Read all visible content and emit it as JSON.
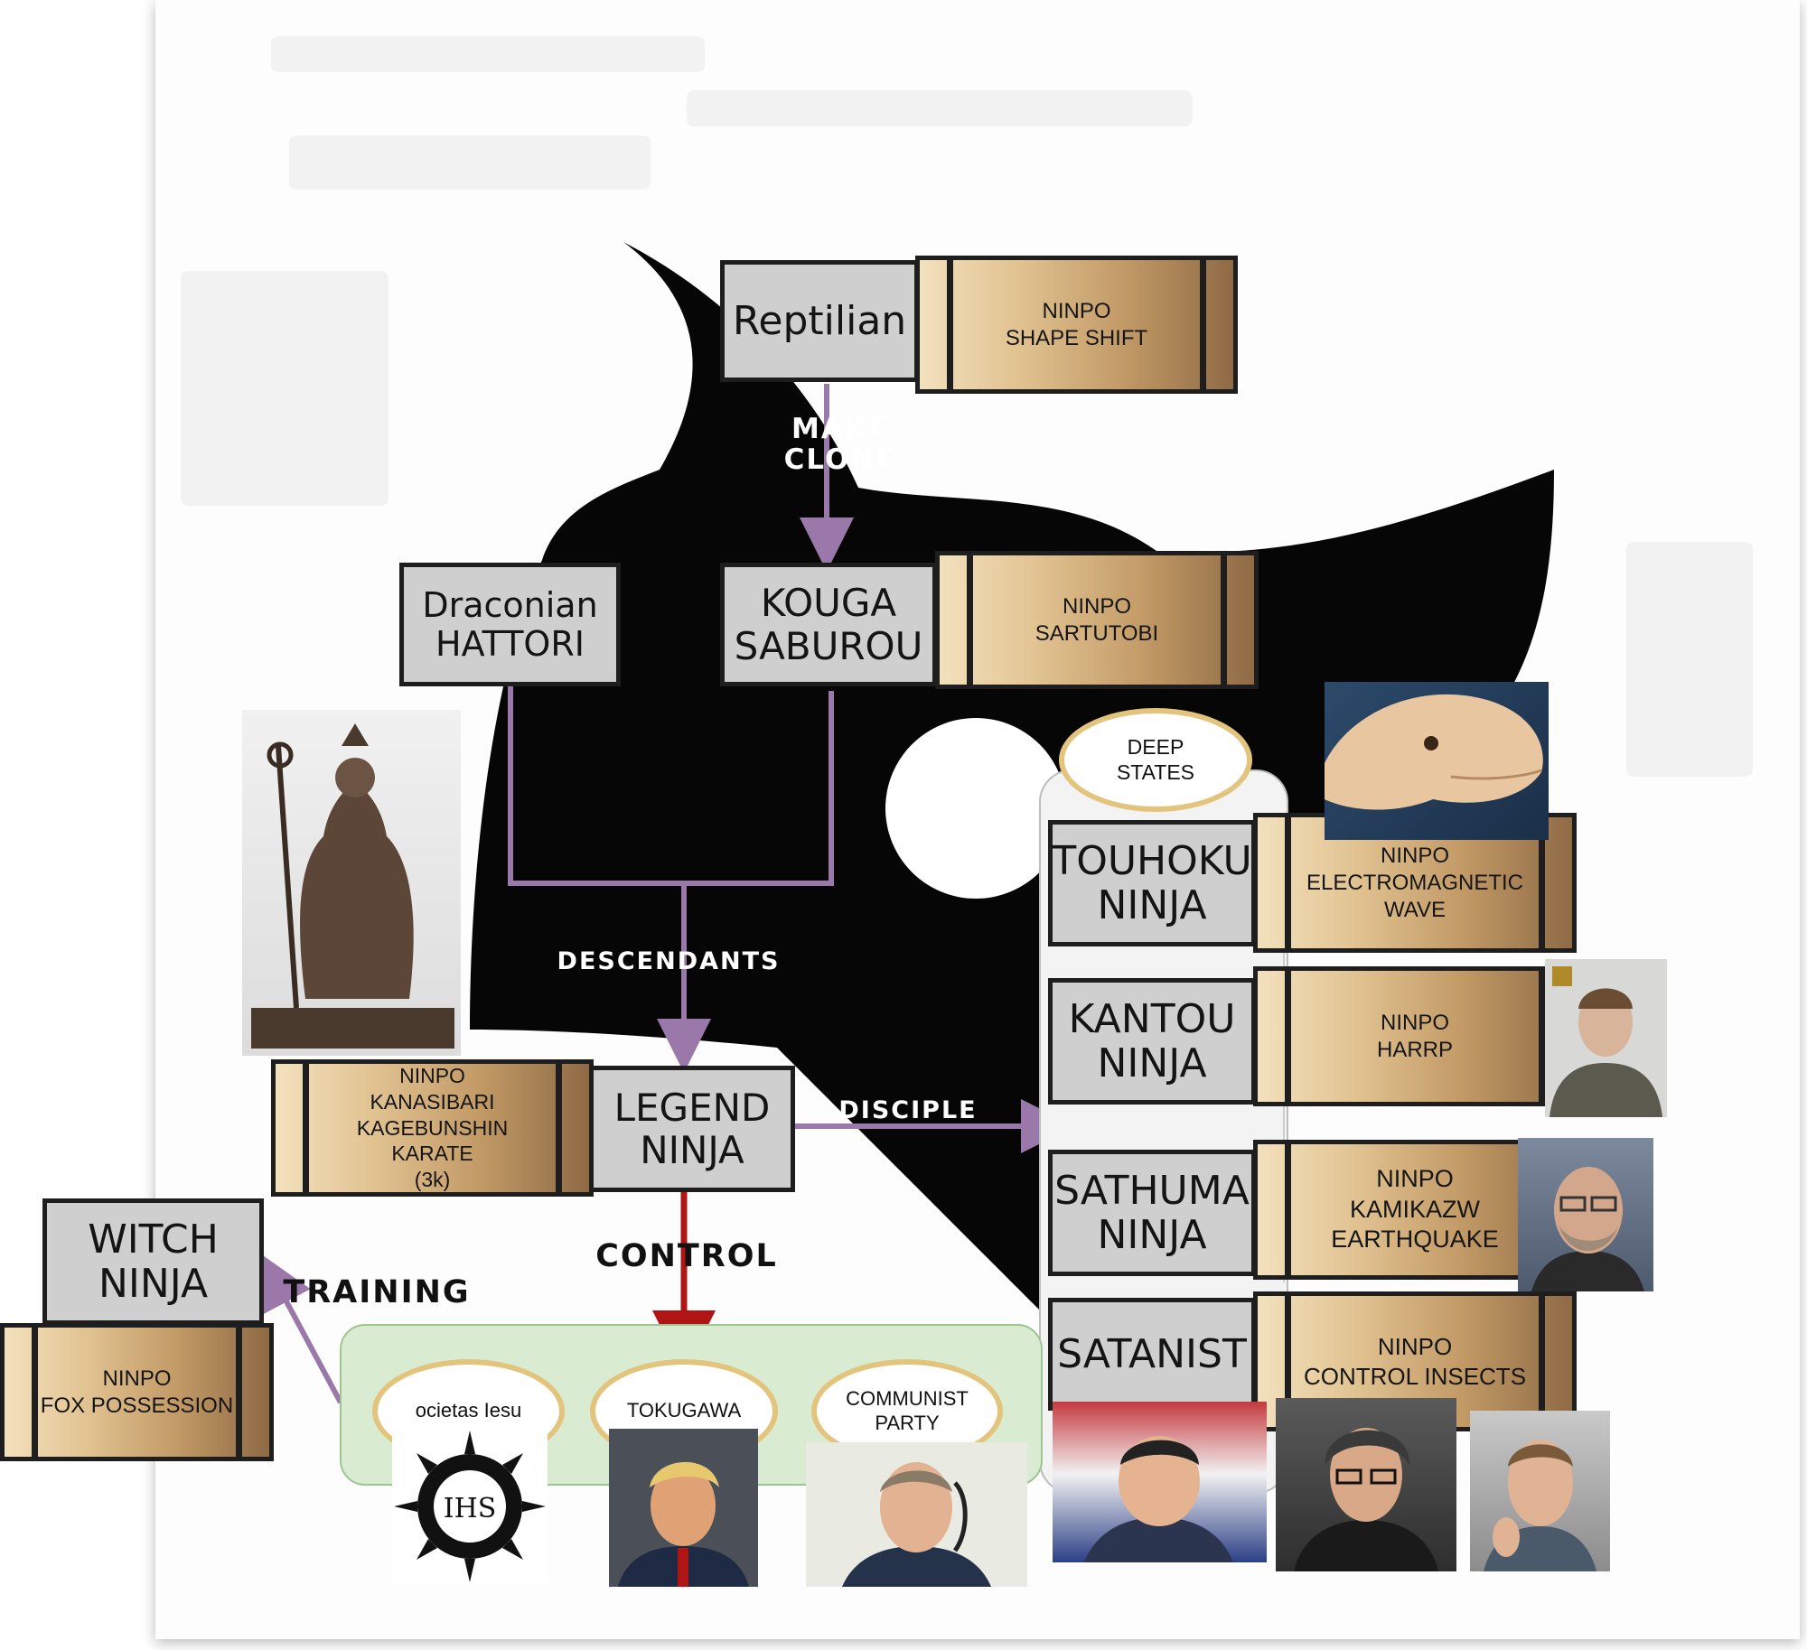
{
  "boxes": {
    "reptilian": "Reptilian",
    "kouga": "KOUGA\nSABUROU",
    "draconian": "Draconian\nHATTORI",
    "legend": "LEGEND\nNINJA",
    "witch": "WITCH\nNINJA",
    "touhoku": "TOUHOKU\nNINJA",
    "kantou": "KANTOU\nNINJA",
    "sathuma": "SATHUMA\nNINJA",
    "satanist": "SATANIST"
  },
  "ninpo": {
    "shape_shift": "NINPO\nSHAPE SHIFT",
    "sartutobi": "NINPO\nSARTUTOBI",
    "kanasibari": "NINPO\nKANASIBARI\nKAGEBUNSHIN\nKARATE\n(3k)",
    "fox": "NINPO\nFOX POSSESSION",
    "electromagnetic": "NINPO\nELECTROMAGNETIC\nWAVE",
    "harrp": "NINPO\nHARRP",
    "kamikazw": "NINPO\nKAMIKAZW\nEARTHQUAKE",
    "insects": "NINPO\nCONTROL INSECTS"
  },
  "ovals": {
    "deep_states": "DEEP\nSTATES",
    "ocietas": "ocietas Iesu",
    "tokugawa": "TOKUGAWA",
    "communist": "COMMUNIST\nPARTY"
  },
  "labels": {
    "make_clone": "MAKE\nCLONE",
    "descendants": "DESCENDANTS",
    "disciple": "DISCIPLE",
    "control": "CONTROL",
    "training": "TRAINING"
  },
  "emblem": {
    "monogram": "IHS"
  },
  "colors": {
    "arrow": "#9b78aa",
    "control_arrow": "#b01515",
    "gold_light": "#f3e1bd",
    "gold_dark": "#8f6a45",
    "box_gray": "#cfcfcf",
    "oval_border": "#e3c47d",
    "green_panel": "#d9ecd2"
  }
}
